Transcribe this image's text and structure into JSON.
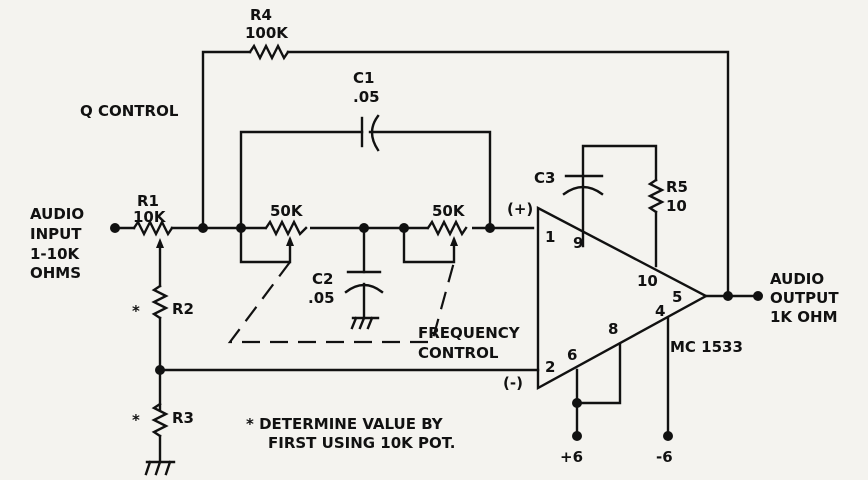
{
  "title": "Active bandpass / notch filter schematic using MC1533 op amp",
  "colors": {
    "ink": "#111111",
    "paper": "#f4f3ef"
  },
  "components": {
    "R4": {
      "ref": "R4",
      "value": "100K"
    },
    "C1": {
      "ref": "C1",
      "value": ".05"
    },
    "R1": {
      "ref": "R1",
      "value": "10K"
    },
    "pot_a": {
      "value": "50K"
    },
    "pot_b": {
      "value": "50K"
    },
    "C2": {
      "ref": "C2",
      "value": ".05"
    },
    "C3": {
      "ref": "C3"
    },
    "R5": {
      "ref": "R5",
      "value": "10"
    },
    "R2": {
      "ref": "R2",
      "mark": "*"
    },
    "R3": {
      "ref": "R3",
      "mark": "*"
    },
    "opamp": {
      "part": "MC 1533",
      "pins": {
        "p1": "1",
        "p2": "2",
        "p4": "4",
        "p5": "5",
        "p6": "6",
        "p8": "8",
        "p9": "9",
        "p10": "10"
      },
      "plus": "(+)",
      "minus": "(-)"
    }
  },
  "labels": {
    "q_control": "Q CONTROL",
    "input_lines": [
      "AUDIO",
      "INPUT",
      "1-10K",
      "OHMS"
    ],
    "output_lines": [
      "AUDIO",
      "OUTPUT",
      "1K OHM"
    ],
    "freq_lines": [
      "FREQUENCY",
      "CONTROL"
    ],
    "note_lines": [
      "* DETERMINE VALUE BY",
      "FIRST USING 10K POT."
    ],
    "supply_pos": "+6",
    "supply_neg": "-6"
  }
}
